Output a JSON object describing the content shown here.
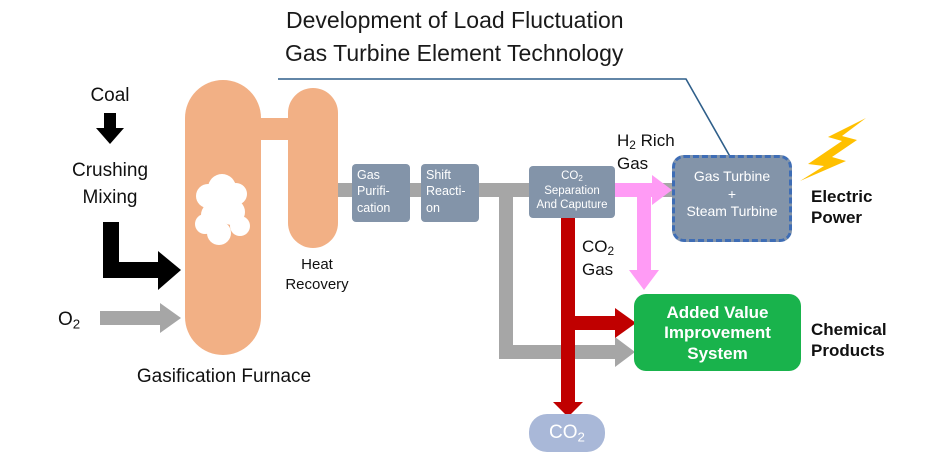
{
  "title": {
    "line1": "Development of Load Fluctuation",
    "line2": "Gas Turbine Element Technology"
  },
  "inputs": {
    "coal": "Coal",
    "crushing": "Crushing",
    "mixing": "Mixing",
    "o2_main": "O",
    "o2_sub": "2"
  },
  "labels": {
    "gasification_furnace": "Gasification Furnace",
    "heat_recovery_1": "Heat",
    "heat_recovery_2": "Recovery",
    "h2_main": "H",
    "h2_sub": "2",
    "h2_rich": "Rich",
    "h2_gas": "Gas",
    "co2_gas_main": "CO",
    "co2_gas_sub": "2",
    "co2_gas_word": "Gas"
  },
  "process_boxes": {
    "gas_purification": [
      "Gas",
      "Purifi-",
      "cation"
    ],
    "shift_reaction": [
      "Shift",
      "Reacti-",
      "on"
    ],
    "co2_separation": {
      "line1_main": "CO",
      "line1_sub": "2",
      "line2": "Separation",
      "line3": "And Caputure"
    }
  },
  "turbine_box": {
    "line1": "Gas Turbine",
    "line2": "+",
    "line3": "Steam Turbine"
  },
  "added_value_box": {
    "line1": "Added Value",
    "line2": "Improvement",
    "line3": "System"
  },
  "outputs": {
    "electric_1": "Electric",
    "electric_2": "Power",
    "chemical_1": "Chemical",
    "chemical_2": "Products",
    "co2_main": "CO",
    "co2_sub": "2"
  },
  "colors": {
    "furnace": "#f2b085",
    "process_box": "#8394a9",
    "gray_flow": "#a6a6a6",
    "pink_flow": "#ff9bf5",
    "red_flow": "#c00000",
    "green_box": "#19b34c",
    "dashed_border": "#3e6db5",
    "lightning": "#ffc000",
    "co2_pill": "#a9b8d8",
    "callout_line": "#2f5f8a"
  },
  "icons": [
    "lightning-bolt-icon",
    "cloud-icon"
  ]
}
